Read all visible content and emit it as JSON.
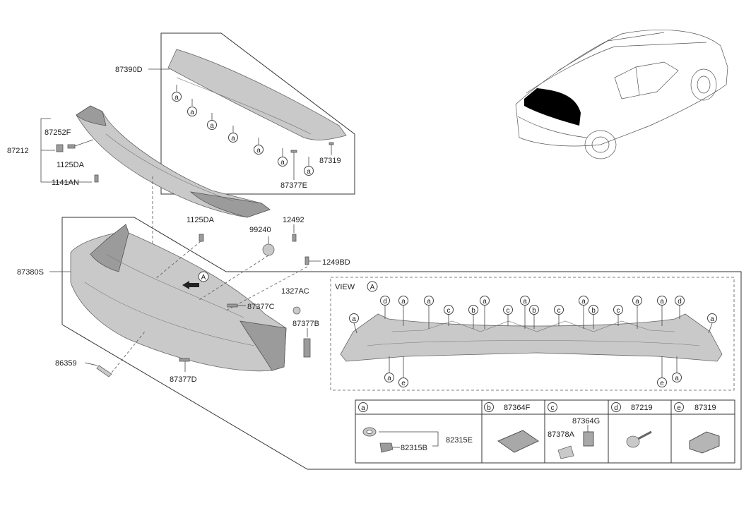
{
  "parts": {
    "p87390D": "87390D",
    "p87212": "87212",
    "p87252F": "87252F",
    "p1125DA_a": "1125DA",
    "p1141AN": "1141AN",
    "p87377E": "87377E",
    "p87319": "87319",
    "p1125DA_b": "1125DA",
    "p99240": "99240",
    "p12492": "12492",
    "p1249BD": "1249BD",
    "p87380S": "87380S",
    "p1327AC": "1327AC",
    "p87377C": "87377C",
    "p87377B": "87377B",
    "p86359": "86359",
    "p87377D": "87377D"
  },
  "view": {
    "label": "VIEW",
    "ref": "A"
  },
  "arrow_ref": "A",
  "legend": {
    "a": {
      "key": "a",
      "parts": [
        "82315E",
        "82315B"
      ]
    },
    "b": {
      "key": "b",
      "part": "87364F"
    },
    "c": {
      "key": "c",
      "parts": [
        "87364G",
        "87378A"
      ]
    },
    "d": {
      "key": "d",
      "part": "87219"
    },
    "e": {
      "key": "e",
      "part": "87319"
    }
  },
  "markers": {
    "a": "a",
    "b": "b",
    "c": "c",
    "d": "d",
    "e": "e"
  }
}
